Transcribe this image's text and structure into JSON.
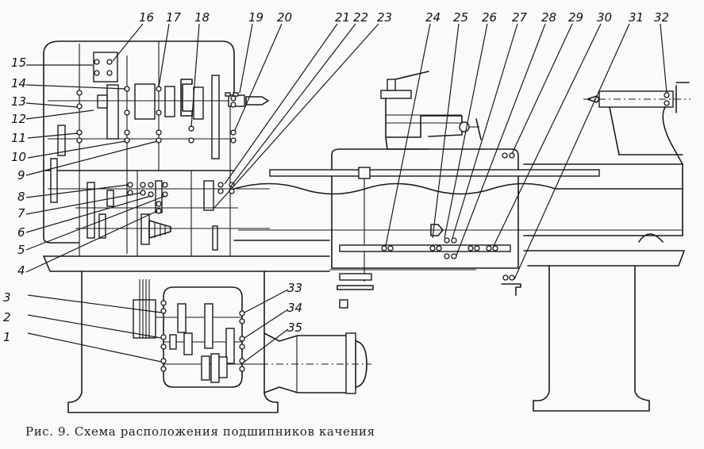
{
  "figure": {
    "caption": "Рис. 9. Схема расположения подшипников качения",
    "subject": "lathe rolling-bearing layout scheme"
  },
  "labels": [
    {
      "id": "1",
      "text": "1"
    },
    {
      "id": "2",
      "text": "2"
    },
    {
      "id": "3",
      "text": "3"
    },
    {
      "id": "4",
      "text": "4"
    },
    {
      "id": "5",
      "text": "5"
    },
    {
      "id": "6",
      "text": "6"
    },
    {
      "id": "7",
      "text": "7"
    },
    {
      "id": "8",
      "text": "8"
    },
    {
      "id": "9",
      "text": "9"
    },
    {
      "id": "10",
      "text": "10"
    },
    {
      "id": "11",
      "text": "11"
    },
    {
      "id": "12",
      "text": "12"
    },
    {
      "id": "13",
      "text": "13"
    },
    {
      "id": "14",
      "text": "14"
    },
    {
      "id": "15",
      "text": "15"
    },
    {
      "id": "16",
      "text": "16"
    },
    {
      "id": "17",
      "text": "17"
    },
    {
      "id": "18",
      "text": "18"
    },
    {
      "id": "19",
      "text": "19"
    },
    {
      "id": "20",
      "text": "20"
    },
    {
      "id": "21",
      "text": "21"
    },
    {
      "id": "22",
      "text": "22"
    },
    {
      "id": "23",
      "text": "23"
    },
    {
      "id": "24",
      "text": "24"
    },
    {
      "id": "25",
      "text": "25"
    },
    {
      "id": "26",
      "text": "26"
    },
    {
      "id": "27",
      "text": "27"
    },
    {
      "id": "28",
      "text": "28"
    },
    {
      "id": "29",
      "text": "29"
    },
    {
      "id": "30",
      "text": "30"
    },
    {
      "id": "31",
      "text": "31"
    },
    {
      "id": "32",
      "text": "32"
    },
    {
      "id": "33",
      "text": "33"
    },
    {
      "id": "34",
      "text": "34"
    },
    {
      "id": "35",
      "text": "35"
    }
  ]
}
